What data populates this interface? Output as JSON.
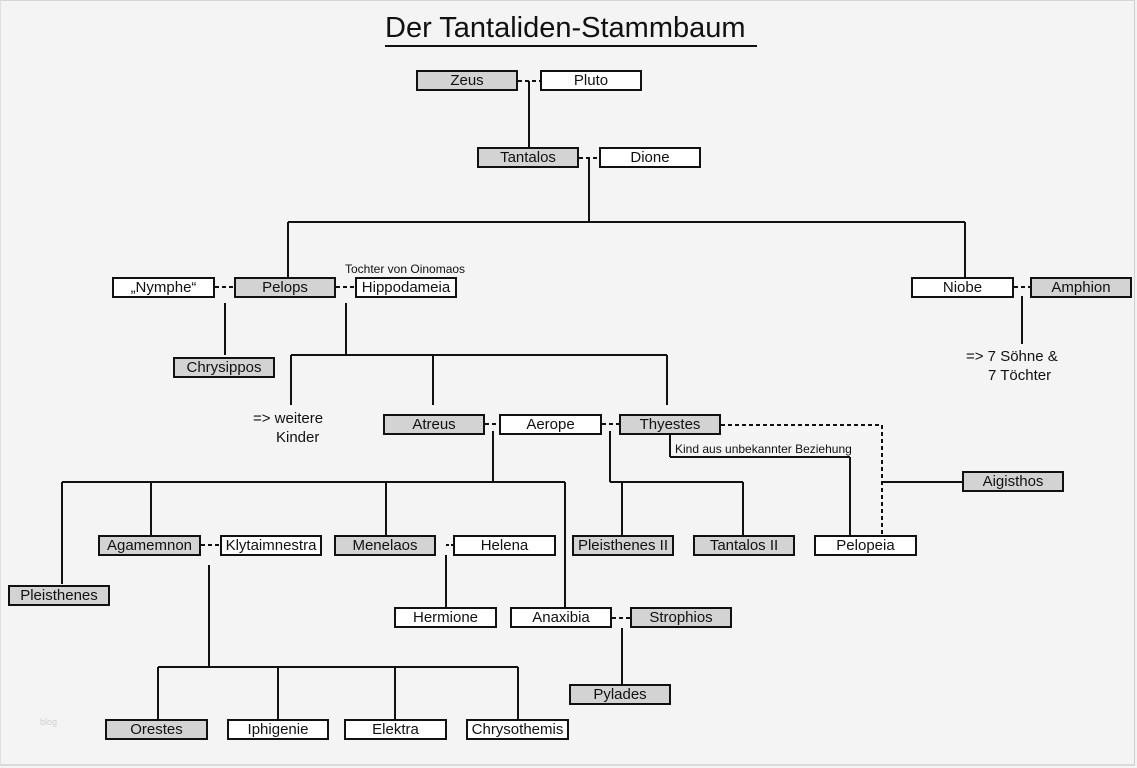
{
  "title": "Der Tantaliden-Stammbaum",
  "legend_colors": {
    "male_fill": "#d3d3d3",
    "female_fill": "#ffffff",
    "border": "#111111",
    "background": "#f4f4f4"
  },
  "persons": {
    "zeus": "Zeus",
    "pluto": "Pluto",
    "tantalos": "Tantalos",
    "dione": "Dione",
    "nymphe": "„Nymphe“",
    "pelops": "Pelops",
    "hippodameia": "Hippodameia",
    "niobe": "Niobe",
    "amphion": "Amphion",
    "chrysippos": "Chrysippos",
    "atreus": "Atreus",
    "aerope": "Aerope",
    "thyestes": "Thyestes",
    "aigisthos": "Aigisthos",
    "agamemnon": "Agamemnon",
    "klytaimnestra": "Klytaimnestra",
    "menelaos": "Menelaos",
    "helena": "Helena",
    "pleisthenes_ii": "Pleisthenes II",
    "tantalos_ii": "Tantalos II",
    "pelopeia": "Pelopeia",
    "pleisthenes": "Pleisthenes",
    "hermione": "Hermione",
    "anaxibia": "Anaxibia",
    "strophios": "Strophios",
    "pylades": "Pylades",
    "orestes": "Orestes",
    "iphigenie": "Iphigenie",
    "elektra": "Elektra",
    "chrysothemis": "Chrysothemis"
  },
  "notes": {
    "hippodameia_origin": "Tochter von Oinomaos",
    "niobe_children_line1": "=> 7 Söhne &",
    "niobe_children_line2": "7 Töchter",
    "pelops_children_line1": "=> weitere",
    "pelops_children_line2": "Kinder",
    "thyestes_unknown": "Kind aus unbekannter Beziehung"
  },
  "watermark": "blog"
}
